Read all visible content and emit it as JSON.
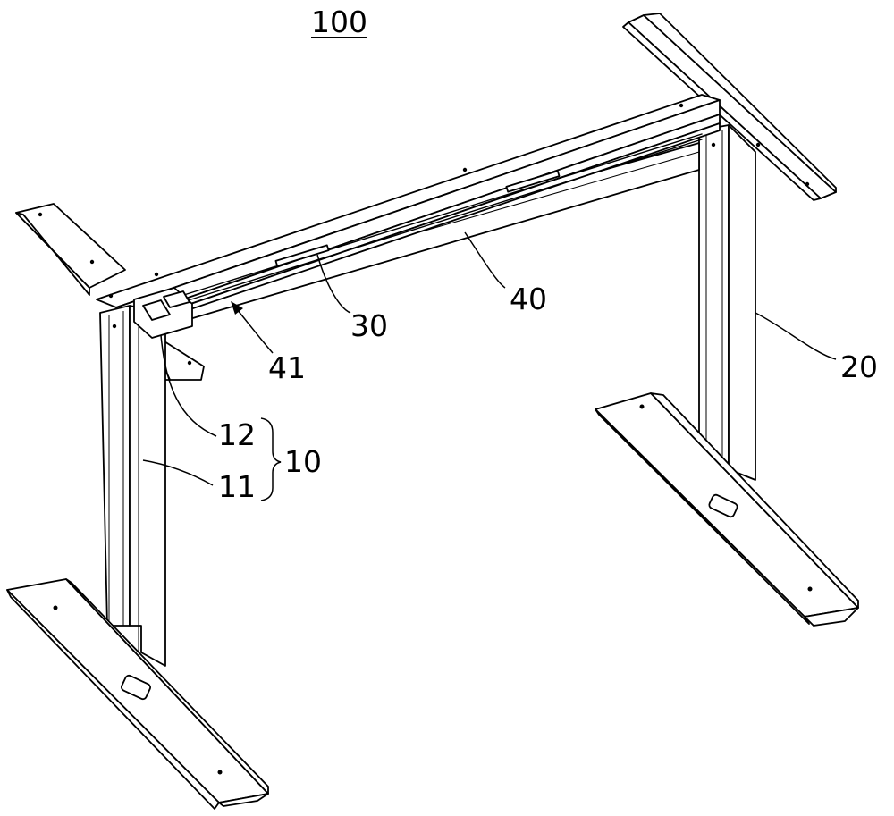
{
  "figure": {
    "title": "100",
    "labels": {
      "l10": "10",
      "l11": "11",
      "l12": "12",
      "l20": "20",
      "l30": "30",
      "l40": "40",
      "l41": "41"
    }
  }
}
